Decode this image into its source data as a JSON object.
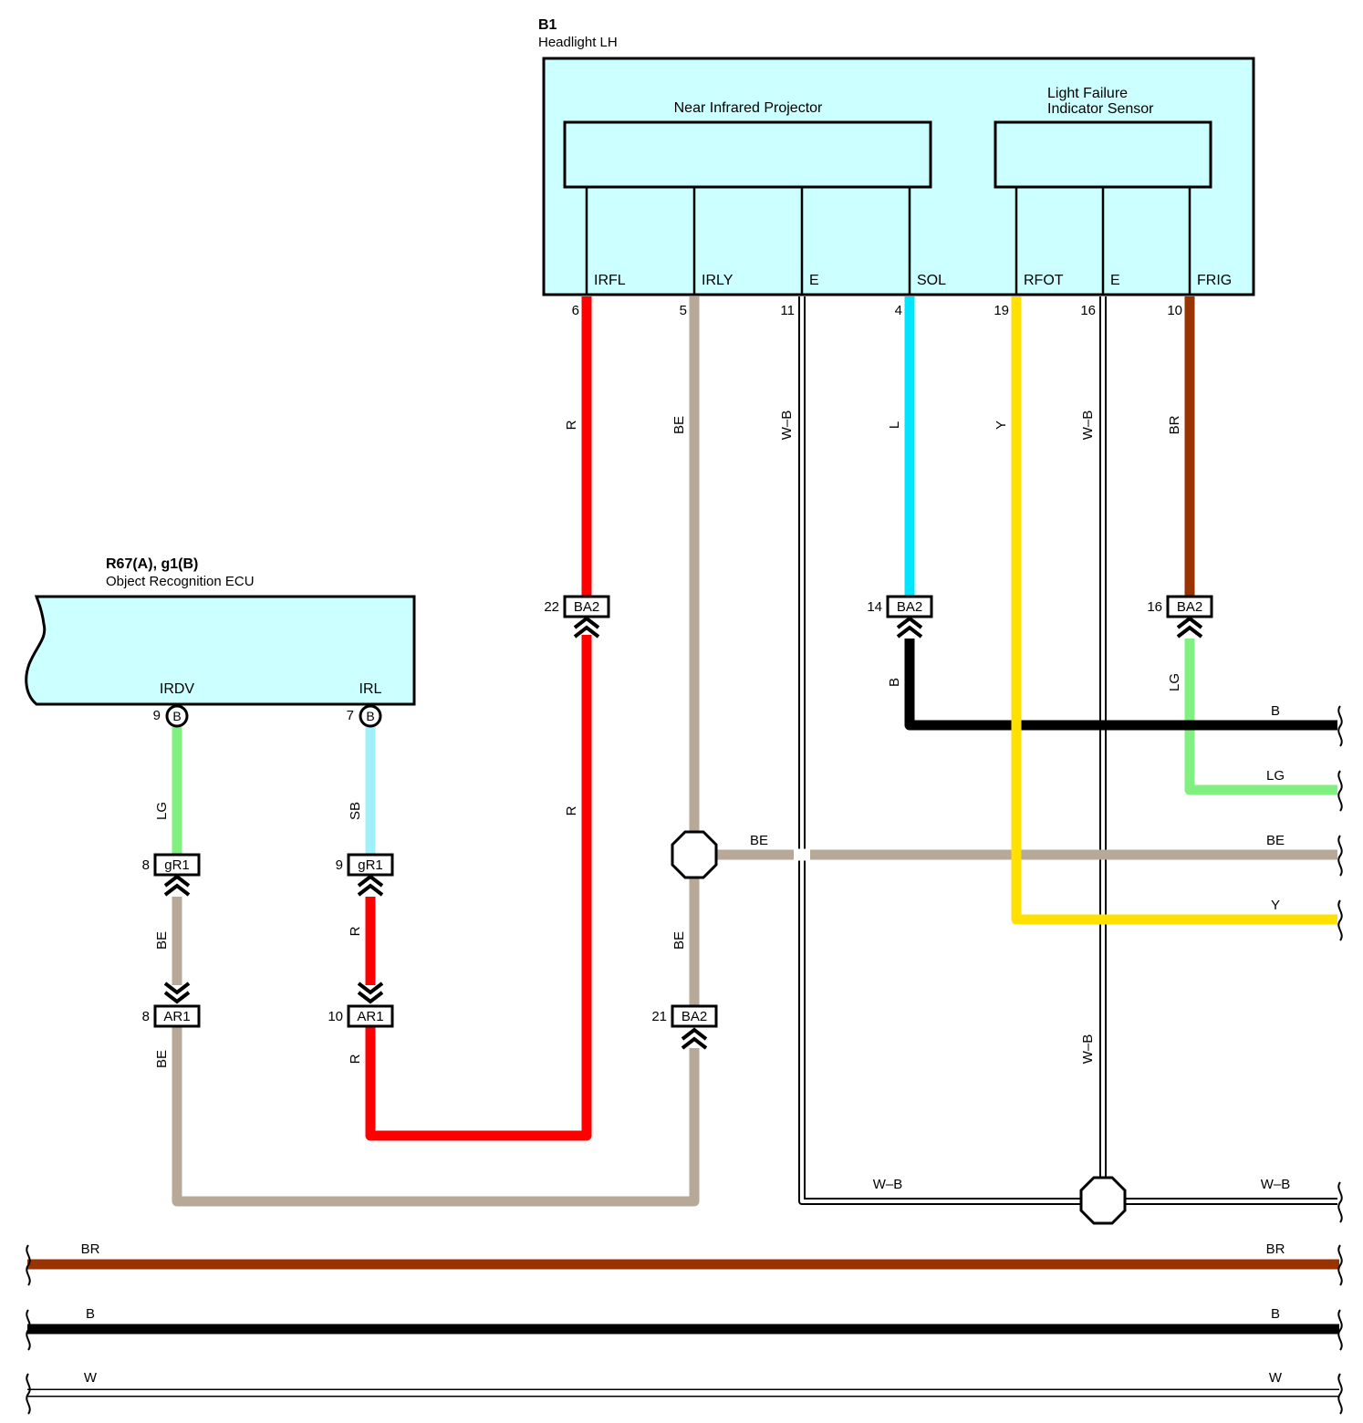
{
  "components": {
    "headlight": {
      "code": "B1",
      "name": "Headlight LH",
      "sub1": "Near Infrared Projector",
      "sub2_line1": "Light Failure",
      "sub2_line2": "Indicator Sensor",
      "terminals": [
        {
          "label": "IRFL",
          "pin": "6"
        },
        {
          "label": "IRLY",
          "pin": "5"
        },
        {
          "label": "E",
          "pin": "11"
        },
        {
          "label": "SOL",
          "pin": "4"
        },
        {
          "label": "RFOT",
          "pin": "19"
        },
        {
          "label": "E",
          "pin": "16"
        },
        {
          "label": "FRIG",
          "pin": "10"
        }
      ]
    },
    "ecu": {
      "code": "R67(A), g1(B)",
      "name": "Object Recognition ECU",
      "terminals": [
        {
          "label": "IRDV",
          "pin": "9",
          "conn": "B"
        },
        {
          "label": "IRL",
          "pin": "7",
          "conn": "B"
        }
      ]
    }
  },
  "connectors": [
    {
      "name": "BA2",
      "pin": "22"
    },
    {
      "name": "BA2",
      "pin": "14"
    },
    {
      "name": "BA2",
      "pin": "16"
    },
    {
      "name": "gR1",
      "pin": "8"
    },
    {
      "name": "gR1",
      "pin": "9"
    },
    {
      "name": "AR1",
      "pin": "8"
    },
    {
      "name": "AR1",
      "pin": "10"
    },
    {
      "name": "BA2",
      "pin": "21"
    }
  ],
  "wire_labels": {
    "irfl_top": "R",
    "irfl_mid": "R",
    "irly_top": "BE",
    "e1_vertical": "W–B",
    "sol_top": "L",
    "rfot_top": "Y",
    "e2_top": "W–B",
    "e2_low": "W–B",
    "frig_top": "BR",
    "ba2_14_below": "B",
    "ba2_16_below": "LG",
    "ecu_irdv": "LG",
    "ecu_irl": "SB",
    "gr1_8_below": "BE",
    "gr1_9_below": "R",
    "ar1_8_below": "BE",
    "ar1_10_below": "R",
    "junction_below": "BE",
    "be_horizontal_left": "BE",
    "right_b": "B",
    "right_lg": "LG",
    "right_be": "BE",
    "right_y": "Y",
    "wb_bus_left": "W–B",
    "wb_bus_right": "W–B",
    "br_bus_left": "BR",
    "br_bus_right": "BR",
    "b_bus_left": "B",
    "b_bus_right": "B",
    "w_bus_left": "W",
    "w_bus_right": "W"
  },
  "colors": {
    "component_fill": "#ccffff",
    "R": "#ff0000",
    "BE": "#b8a898",
    "L": "#00e5ff",
    "Y": "#ffe000",
    "BR": "#993300",
    "B": "#000000",
    "LG": "#80f080",
    "SB": "#a0f0f8",
    "W": "#ffffff"
  }
}
